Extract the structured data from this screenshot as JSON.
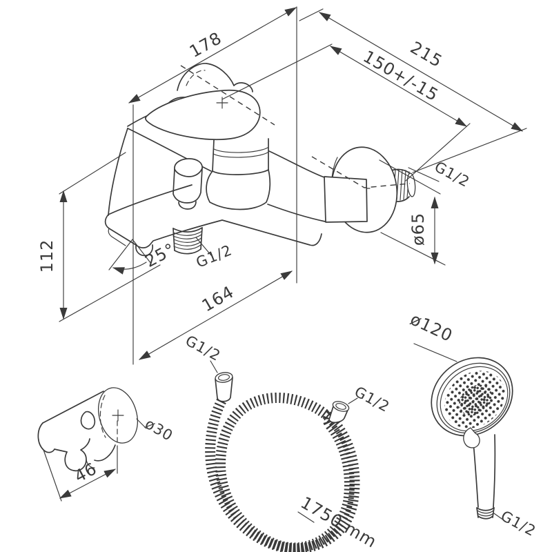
{
  "meta": {
    "background": "#ffffff",
    "line_color": "#3a3a3a",
    "drawing_type": "bath shower mixer installation dimensions"
  },
  "labels": {
    "dim_178": "178",
    "dim_215": "215",
    "dim_150": "150+/-15",
    "dim_112": "112",
    "dim_164": "164",
    "angle_25": "25°",
    "dia_65": "ø65",
    "dia_120": "ø120",
    "dia_30": "ø30",
    "dim_46": "46",
    "hose_length": "1750 mm",
    "thread_wall": "G1/2",
    "thread_bottom": "G1/2",
    "thread_hose_in": "G1/2",
    "thread_hose_out": "G1/2",
    "thread_shower": "G1/2"
  }
}
